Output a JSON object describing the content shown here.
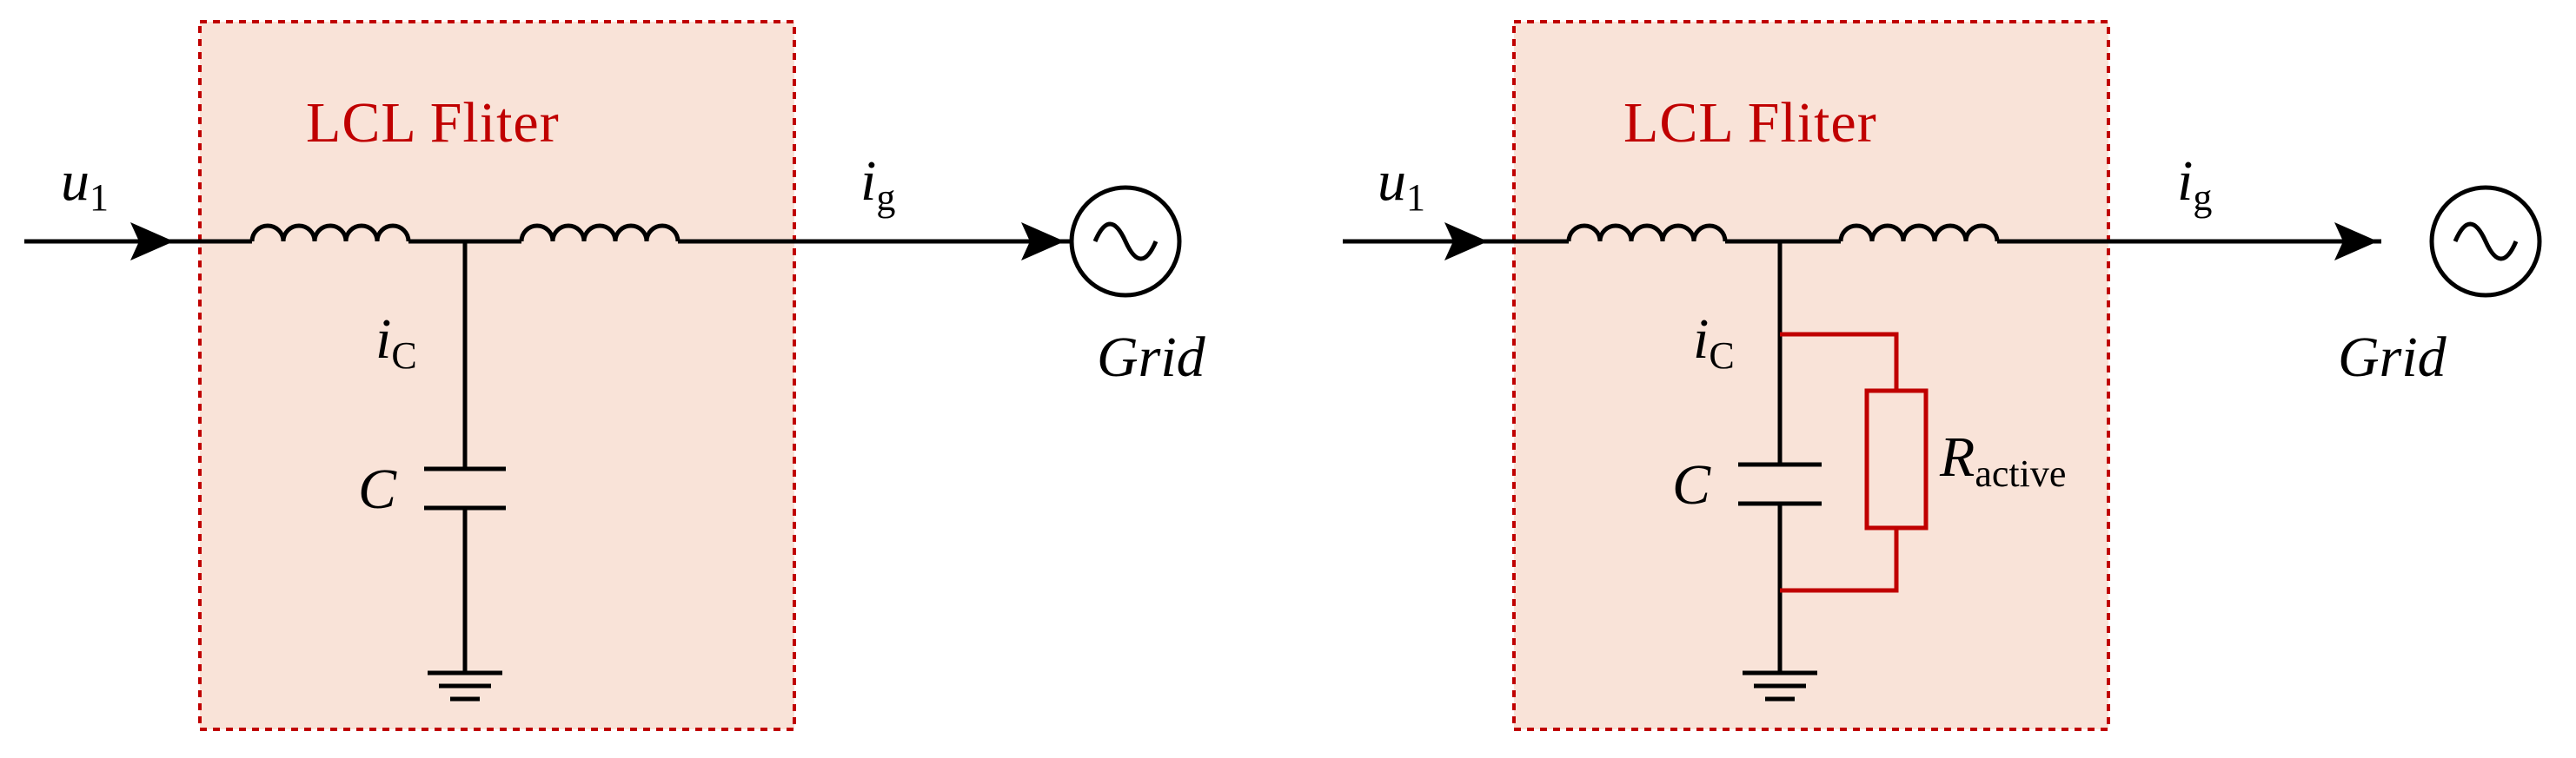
{
  "colors": {
    "filter_fill": "#f9e3d8",
    "filter_border": "#c00000",
    "title_text": "#c00000",
    "damping_branch": "#c00000",
    "wires": "#000000"
  },
  "left_circuit": {
    "filter_title": "LCL Fliter",
    "input_voltage": {
      "symbol": "u",
      "subscript": "1"
    },
    "grid_current": {
      "symbol": "i",
      "subscript": "g"
    },
    "capacitor_current": {
      "symbol": "i",
      "subscript": "C"
    },
    "capacitor": "C",
    "source_label": "Grid",
    "icons": [
      "inductor-icon",
      "capacitor-icon",
      "ground-icon",
      "ac-source-icon",
      "arrow-icon"
    ]
  },
  "right_circuit": {
    "filter_title": "LCL Fliter",
    "input_voltage": {
      "symbol": "u",
      "subscript": "1"
    },
    "grid_current": {
      "symbol": "i",
      "subscript": "g"
    },
    "capacitor_current": {
      "symbol": "i",
      "subscript": "C"
    },
    "capacitor": "C",
    "resistor": {
      "symbol": "R",
      "subscript": "active"
    },
    "source_label": "Grid",
    "icons": [
      "inductor-icon",
      "capacitor-icon",
      "resistor-icon",
      "ground-icon",
      "ac-source-icon",
      "arrow-icon"
    ]
  }
}
